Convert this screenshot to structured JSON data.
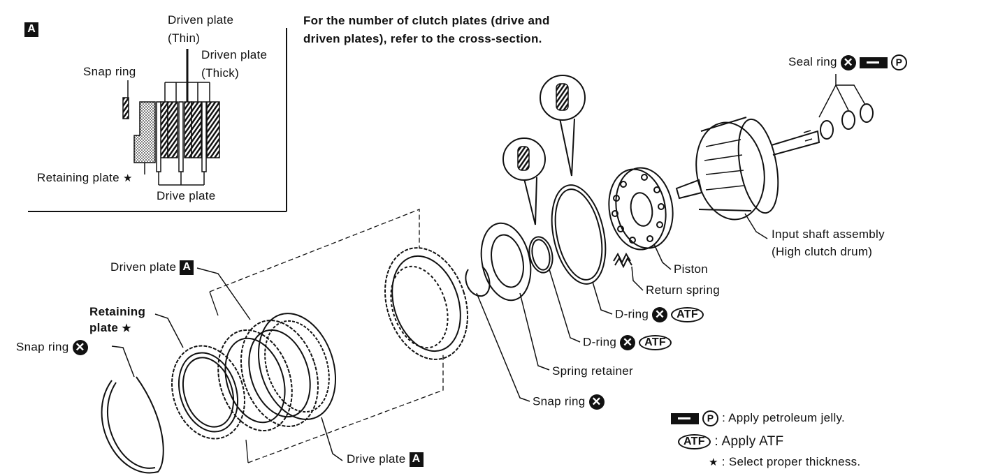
{
  "inset": {
    "badge": "A",
    "driven_thin": [
      "Driven plate",
      "(Thin)"
    ],
    "driven_thick": [
      "Driven plate",
      "(Thick)"
    ],
    "snap_ring": "Snap ring",
    "retaining_plate": "Retaining plate",
    "drive_plate": "Drive plate"
  },
  "note": [
    "For the number of clutch plates (drive and",
    "driven plates), refer to the cross-section."
  ],
  "labels": {
    "seal_ring": "Seal ring",
    "input_shaft": [
      "Input shaft assembly",
      "(High clutch drum)"
    ],
    "piston": "Piston",
    "return_spring": "Return spring",
    "d_ring_1": "D-ring",
    "d_ring_2": "D-ring",
    "spring_retainer": "Spring retainer",
    "snap_ring_mid": "Snap ring",
    "driven_plate": "Driven plate",
    "retaining_plate": [
      "Retaining",
      "plate"
    ],
    "snap_ring_left": "Snap ring",
    "drive_plate": "Drive plate"
  },
  "symbols": {
    "badge_a": "A",
    "atf": "ATF",
    "p": "P",
    "x": "✕",
    "star": "★"
  },
  "legend": {
    "jelly": ": Apply petroleum jelly.",
    "atf": ": Apply ATF",
    "star": ": Select proper thickness."
  }
}
